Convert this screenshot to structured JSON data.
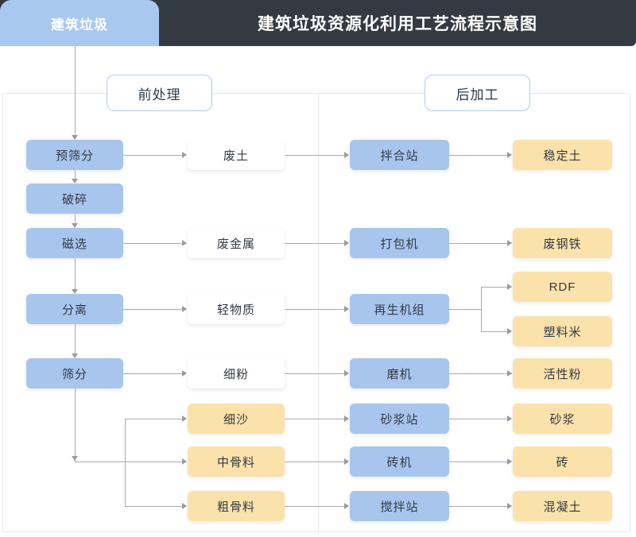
{
  "header": {
    "tab_label": "建筑垃圾",
    "title": "建筑垃圾资源化利用工艺流程示意图",
    "tab_color": "#a8c8f0",
    "bar_color": "#343a42"
  },
  "stage_labels": {
    "pre": "前处理",
    "post": "后加工"
  },
  "palette": {
    "blue": "#a8c5ee",
    "yellow": "#fbe2ab",
    "white": "#ffffff",
    "line": "#aaaab4",
    "panel_border": "#e6e6ee"
  },
  "nodes": {
    "process": [
      {
        "id": "pre-screen",
        "label": "预筛分"
      },
      {
        "id": "crush",
        "label": "破碎"
      },
      {
        "id": "magnetic",
        "label": "磁选"
      },
      {
        "id": "separate",
        "label": "分离"
      },
      {
        "id": "screen",
        "label": "筛分"
      }
    ],
    "materials": [
      {
        "id": "waste-soil",
        "label": "废土",
        "color": "white"
      },
      {
        "id": "waste-metal",
        "label": "废金属",
        "color": "white"
      },
      {
        "id": "light-matter",
        "label": "轻物质",
        "color": "white"
      },
      {
        "id": "fine-powder",
        "label": "细粉",
        "color": "white"
      },
      {
        "id": "fine-sand",
        "label": "细沙",
        "color": "yellow"
      },
      {
        "id": "medium-aggregate",
        "label": "中骨料",
        "color": "yellow"
      },
      {
        "id": "coarse-aggregate",
        "label": "粗骨料",
        "color": "yellow"
      }
    ],
    "equipment": [
      {
        "id": "mixing-station",
        "label": "拌合站"
      },
      {
        "id": "baler",
        "label": "打包机"
      },
      {
        "id": "regeneration-unit",
        "label": "再生机组"
      },
      {
        "id": "mill",
        "label": "磨机"
      },
      {
        "id": "mortar-station",
        "label": "砂浆站"
      },
      {
        "id": "brick-machine",
        "label": "砖机"
      },
      {
        "id": "batching-plant",
        "label": "搅拌站"
      }
    ],
    "products": [
      {
        "id": "stabilized-soil",
        "label": "稳定土"
      },
      {
        "id": "scrap-steel",
        "label": "废钢铁"
      },
      {
        "id": "rdf",
        "label": "RDF"
      },
      {
        "id": "plastic-pellet",
        "label": "塑料米"
      },
      {
        "id": "active-powder",
        "label": "活性粉"
      },
      {
        "id": "mortar",
        "label": "砂浆"
      },
      {
        "id": "brick",
        "label": "砖"
      },
      {
        "id": "concrete",
        "label": "混凝土"
      }
    ]
  }
}
